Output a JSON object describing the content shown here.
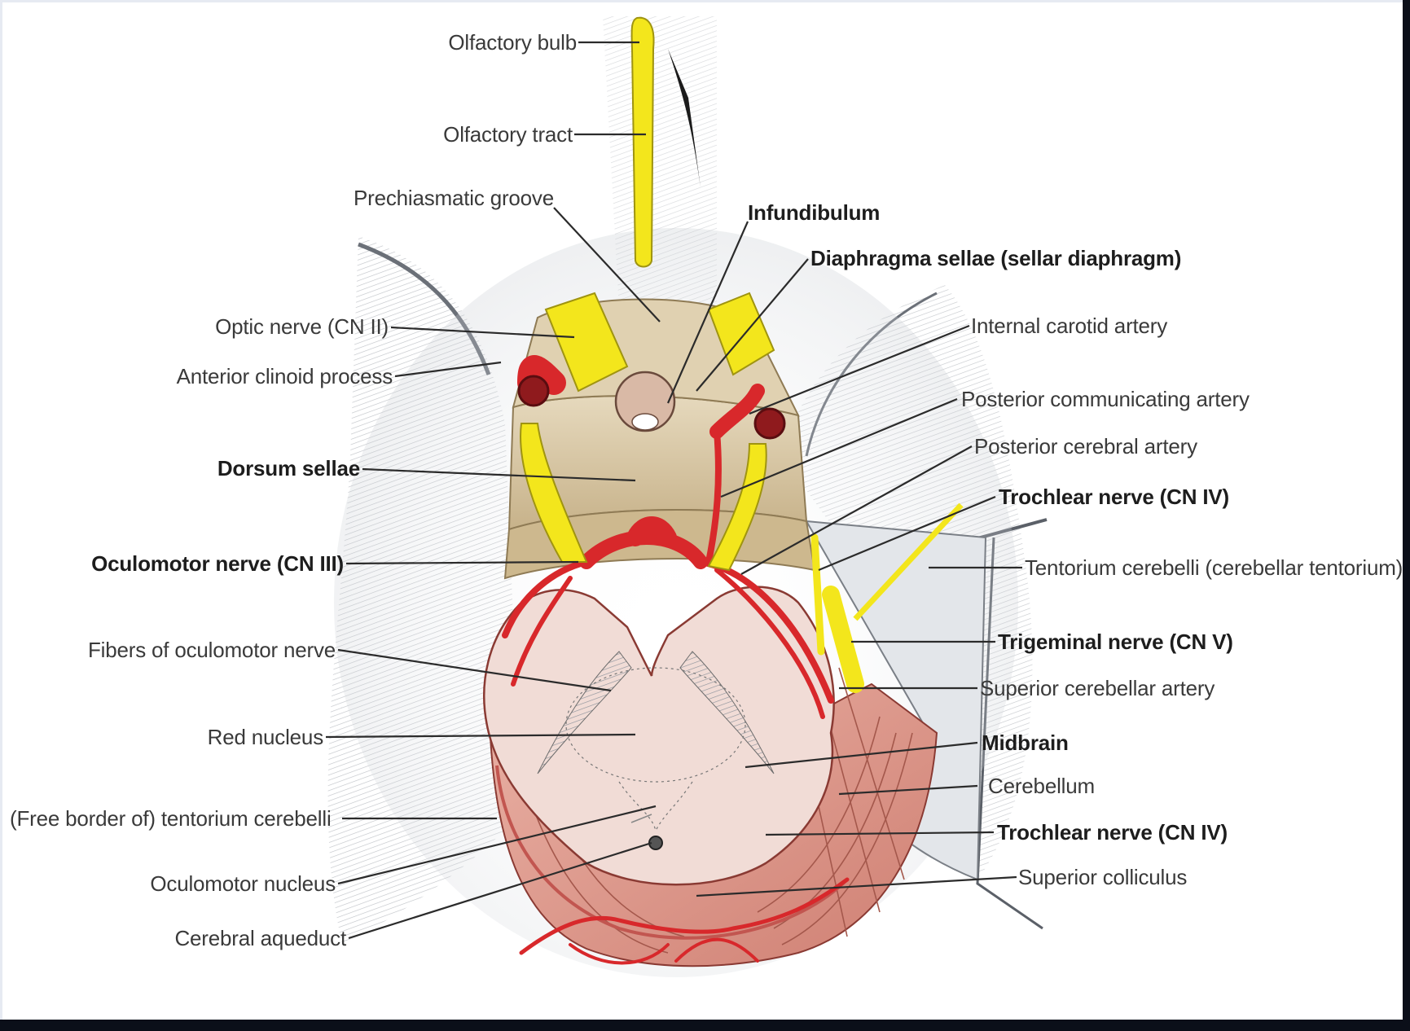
{
  "labels": {
    "olfactory_bulb": "Olfactory bulb",
    "olfactory_tract": "Olfactory tract",
    "prechiasmatic_groove": "Prechiasmatic groove",
    "infundibulum": "Infundibulum",
    "diaphragma_sellae": "Diaphragma sellae (sellar diaphragm)",
    "optic_nerve": "Optic nerve (CN II)",
    "internal_carotid": "Internal carotid artery",
    "anterior_clinoid": "Anterior clinoid process",
    "posterior_communicating": "Posterior communicating artery",
    "posterior_cerebral": "Posterior cerebral artery",
    "dorsum_sellae": "Dorsum sellae",
    "trochlear_upper": "Trochlear nerve (CN IV)",
    "oculomotor_nerve": "Oculomotor nerve (CN III)",
    "tentorium": "Tentorium cerebelli (cerebellar tentorium)",
    "trigeminal": "Trigeminal nerve (CN V)",
    "fibers_oculomotor": "Fibers of oculomotor nerve",
    "superior_cerebellar": "Superior cerebellar artery",
    "red_nucleus": "Red nucleus",
    "midbrain": "Midbrain",
    "cerebellum": "Cerebellum",
    "free_border": "(Free border of) tentorium cerebelli",
    "trochlear_lower": "Trochlear nerve (CN IV)",
    "oculomotor_nucleus": "Oculomotor nucleus",
    "superior_colliculus": "Superior colliculus",
    "cerebral_aqueduct": "Cerebral aqueduct"
  },
  "colors": {
    "nerve": "#f3e61c",
    "artery": "#d8282b",
    "bone": "#d8c8a6",
    "brainstem": "#efd3cc",
    "cerebellum": "#e39a8d",
    "dura": "#c9cdd3"
  }
}
